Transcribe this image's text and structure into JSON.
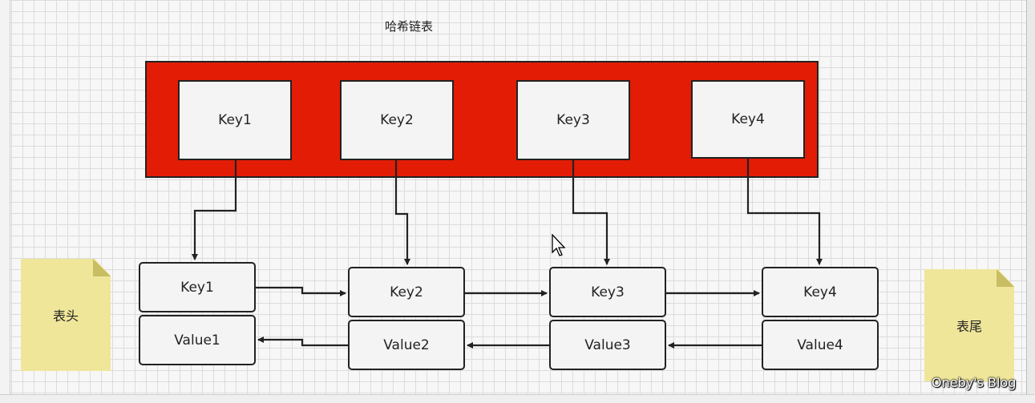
{
  "title": "哈希链表",
  "table_keys": [
    "Key1",
    "Key2",
    "Key3",
    "Key4"
  ],
  "nodes": [
    {
      "key": "Key1",
      "value": "Value1"
    },
    {
      "key": "Key2",
      "value": "Value2"
    },
    {
      "key": "Key3",
      "value": "Value3"
    },
    {
      "key": "Key4",
      "value": "Value4"
    }
  ],
  "notes": {
    "head": "表头",
    "tail": "表尾"
  },
  "watermark": "Oneby's Blog",
  "colors": {
    "table_fill": "#e31c06",
    "note_fill": "#efe69a",
    "box_fill": "#f4f4f4",
    "stroke": "#222222"
  }
}
